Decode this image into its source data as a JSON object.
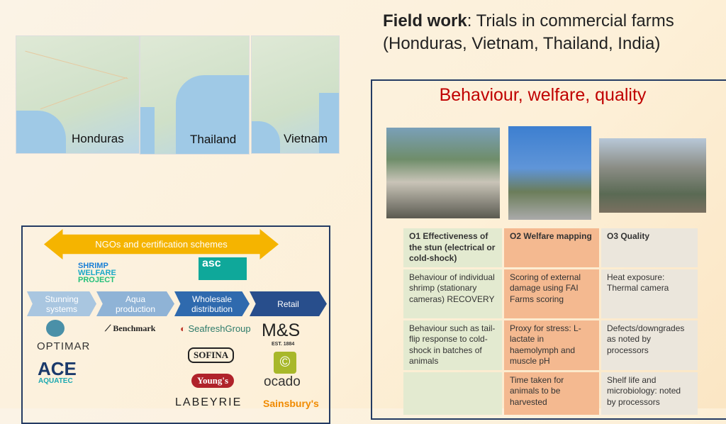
{
  "title": {
    "bold": "Field work",
    "rest": ": Trials in commercial farms (Honduras, Vietnam, Thailand, India)"
  },
  "maps": [
    {
      "label": "Honduras"
    },
    {
      "label": "Thailand"
    },
    {
      "label": "Vietnam"
    }
  ],
  "right_panel": {
    "title": "Behaviour, welfare, quality"
  },
  "table": {
    "headers": [
      "O1 Effectiveness of the stun (electrical or cold-shock)",
      "O2 Welfare mapping",
      "O3 Quality"
    ],
    "rows": [
      [
        "Behaviour of individual shrimp (stationary cameras) RECOVERY",
        "Scoring of external damage using FAI Farms scoring",
        "Heat exposure: Thermal camera"
      ],
      [
        "Behaviour such as tail-flip response to cold-shock in batches of animals",
        "Proxy for stress: L-lactate in haemolymph and muscle pH",
        "Defects/downgrades as noted by processors"
      ],
      [
        "",
        "Time taken for animals to be harvested",
        "Shelf life and microbiology:  noted by processors"
      ]
    ]
  },
  "left_panel": {
    "arrow_label": "NGOs and certification schemes",
    "chain": [
      "Stunning systems",
      "Aqua production",
      "Wholesale distribution",
      "Retail"
    ],
    "logos": {
      "swp": [
        "SHRIMP",
        "WELFARE",
        "PROJECT"
      ],
      "asc": "asc",
      "optimar": "OPTIMAR",
      "ace": "ACE",
      "aquatec": "AQUATEC",
      "benchmark": "Benchmark",
      "seafresh": "SeafreshGroup",
      "sofina": "SOFINA",
      "youngs": "Young's",
      "labeyrie": "LABEYRIE",
      "ms": "M&S",
      "ms_est": "EST. 1884",
      "ocado": "ocado",
      "sainsburys": "Sainsbury's"
    }
  }
}
